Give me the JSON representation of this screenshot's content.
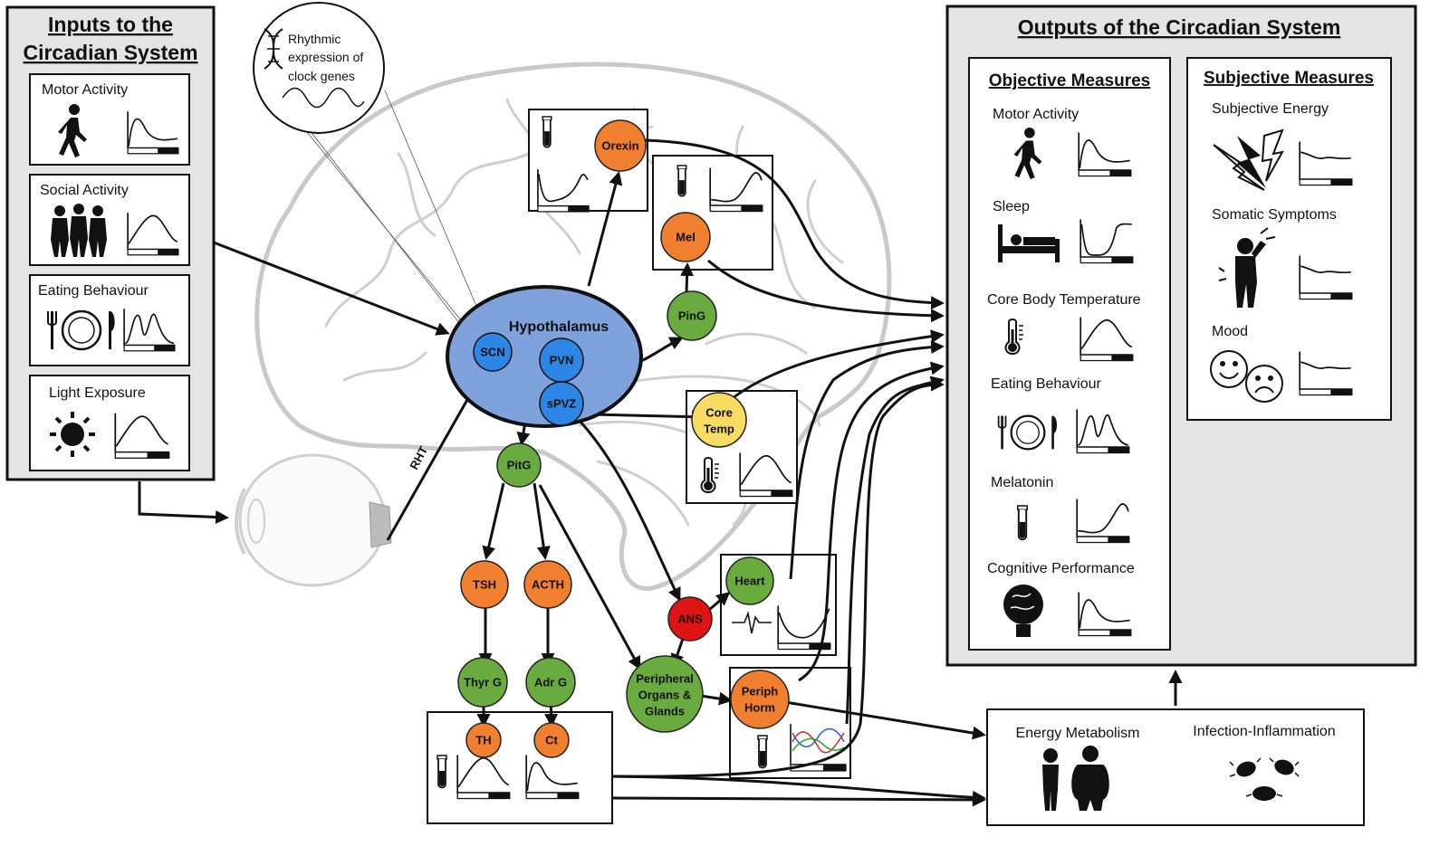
{
  "inputs": {
    "title_line1": "Inputs to the",
    "title_line2": "Circadian System",
    "items": [
      {
        "label": "Motor Activity",
        "icon": "walking-person-icon"
      },
      {
        "label": "Social Activity",
        "icon": "group-people-icon"
      },
      {
        "label": "Eating Behaviour",
        "icon": "plate-cutlery-icon"
      },
      {
        "label": "Light Exposure",
        "icon": "sun-icon"
      }
    ]
  },
  "clock_bubble": {
    "line1": "Rhythmic",
    "line2": "expression of",
    "line3": "clock genes"
  },
  "hypothalamus": {
    "label": "Hypothalamus",
    "color": "#7fa1dc"
  },
  "rht_label": "RHT",
  "nodes": {
    "scn": "SCN",
    "pvn": "PVN",
    "spvz": "sPVZ",
    "orexin": "Orexin",
    "mel": "Mel",
    "ping": "PinG",
    "core_temp_1": "Core",
    "core_temp_2": "Temp",
    "pitg": "PitG",
    "tsh": "TSH",
    "acth": "ACTH",
    "thyrg": "Thyr G",
    "adrg": "Adr G",
    "th": "TH",
    "ct": "Ct",
    "ans": "ANS",
    "heart": "Heart",
    "periph_org_1": "Peripheral",
    "periph_org_2": "Organs &",
    "periph_org_3": "Glands",
    "periph_horm_1": "Periph",
    "periph_horm_2": "Horm"
  },
  "node_colors": {
    "green": "#6aab3f",
    "orange": "#f0802f",
    "blue": "#2b86e6",
    "red": "#e01414",
    "yellow": "#f7dc63"
  },
  "outputs": {
    "title": "Outputs of the Circadian System",
    "objective": {
      "header": "Objective Measures",
      "items": [
        {
          "label": "Motor Activity",
          "icon": "walking-person-icon"
        },
        {
          "label": "Sleep",
          "icon": "bed-icon"
        },
        {
          "label": "Core Body Temperature",
          "icon": "thermometer-icon"
        },
        {
          "label": "Eating Behaviour",
          "icon": "plate-cutlery-icon"
        },
        {
          "label": "Melatonin",
          "icon": "test-tube-icon"
        },
        {
          "label": "Cognitive Performance",
          "icon": "brain-bulb-icon"
        }
      ]
    },
    "subjective": {
      "header": "Subjective Measures",
      "items": [
        {
          "label": "Subjective Energy",
          "icon": "lightning-icon"
        },
        {
          "label": "Somatic Symptoms",
          "icon": "headache-person-icon"
        },
        {
          "label": "Mood",
          "icon": "smiley-faces-icon"
        }
      ]
    }
  },
  "bottom_box": {
    "left": "Energy Metabolism",
    "right": "Infection-Inflammation"
  }
}
